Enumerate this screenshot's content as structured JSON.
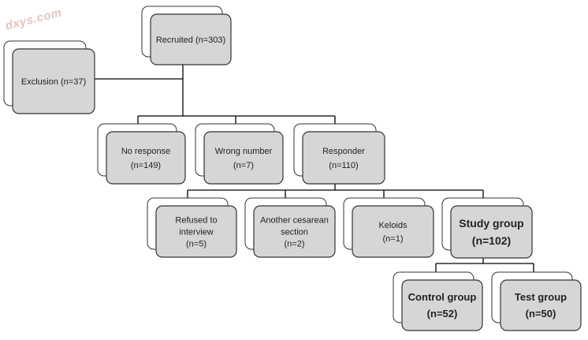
{
  "watermark": "dxys.com",
  "colors": {
    "box_fill": "#d6d6d6",
    "back_fill": "#ffffff",
    "stroke": "#333333",
    "line": "#000000"
  },
  "nodes": {
    "recruited": {
      "lines": [
        "Recruited (n=303)"
      ]
    },
    "exclusion": {
      "lines": [
        "Exclusion (n=37)"
      ]
    },
    "no_response": {
      "lines": [
        "No response",
        "(n=149)"
      ]
    },
    "wrong_number": {
      "lines": [
        "Wrong number",
        "(n=7)"
      ]
    },
    "responder": {
      "lines": [
        "Responder",
        "(n=110)"
      ]
    },
    "refused": {
      "lines": [
        "Refused to",
        "interview",
        "(n=5)"
      ]
    },
    "cesarean": {
      "lines": [
        "Another cesarean",
        "section",
        "(n=2)"
      ]
    },
    "keloids": {
      "lines": [
        "Keloids",
        "(n=1)"
      ]
    },
    "study": {
      "lines": [
        "Study group",
        "(n=102)"
      ]
    },
    "control": {
      "lines": [
        "Control group",
        "(n=52)"
      ]
    },
    "test": {
      "lines": [
        "Test group",
        "(n=50)"
      ]
    }
  }
}
